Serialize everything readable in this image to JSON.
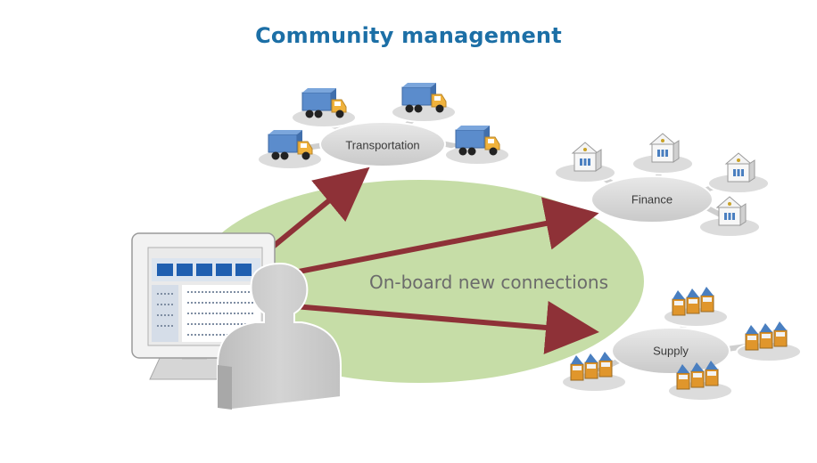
{
  "title": "Community management",
  "center_label": "On-board new connections",
  "hubs": {
    "transportation": {
      "label": "Transportation",
      "icon": "truck-icon"
    },
    "finance": {
      "label": "Finance",
      "icon": "bank-icon"
    },
    "supply": {
      "label": "Supply",
      "icon": "factory-icon"
    }
  },
  "colors": {
    "title": "#1c6fa6",
    "ellipse": "#c6dda7",
    "arrow": "#8e3137",
    "hub": "#d9d9d9",
    "truck_cargo": "#5b8ccc",
    "truck_cab": "#f0b23c",
    "bank_roof": "#c9a227",
    "factory": "#e0962c",
    "factory_roof": "#4a7fc0"
  }
}
